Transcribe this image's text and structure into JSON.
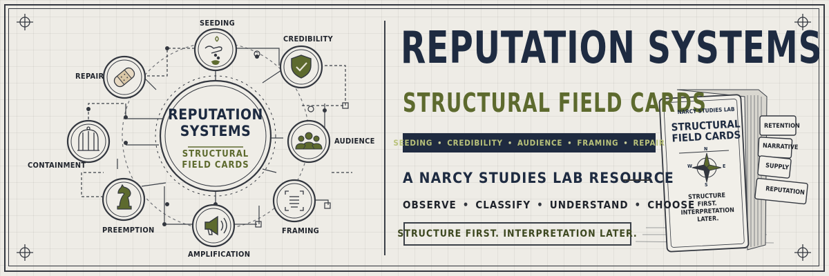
{
  "diagram": {
    "hub": {
      "title_line1": "REPUTATION",
      "title_line2": "SYSTEMS",
      "subtitle_line1": "STRUCTURAL",
      "subtitle_line2": "FIELD CARDS"
    },
    "nodes": [
      {
        "key": "seeding",
        "label": "SEEDING",
        "icon": "seed-hand-icon"
      },
      {
        "key": "credibility",
        "label": "CREDIBILITY",
        "icon": "shield-check-icon"
      },
      {
        "key": "audience",
        "label": "AUDIENCE",
        "icon": "people-group-icon"
      },
      {
        "key": "framing",
        "label": "FRAMING",
        "icon": "frame-document-icon"
      },
      {
        "key": "amplification",
        "label": "AMPLIFICATION",
        "icon": "megaphone-icon"
      },
      {
        "key": "preemption",
        "label": "PREEMPTION",
        "icon": "chess-knight-icon"
      },
      {
        "key": "containment",
        "label": "CONTAINMENT",
        "icon": "birdcage-icon"
      },
      {
        "key": "repair",
        "label": "REPAIR",
        "icon": "bandage-icon"
      }
    ]
  },
  "headline": {
    "title": "REPUTATION SYSTEMS",
    "subtitle": "STRUCTURAL FIELD CARDS"
  },
  "tags": [
    "SEEDING",
    "CREDIBILITY",
    "AUDIENCE",
    "FRAMING",
    "REPAIR"
  ],
  "resource_line": "A NARCY STUDIES LAB RESOURCE",
  "verbs": [
    "OBSERVE",
    "CLASSIFY",
    "UNDERSTAND",
    "CHOOSE"
  ],
  "motto": "STRUCTURE FIRST. INTERPRETATION LATER.",
  "card_deck": {
    "publisher": "NARCY STUDIES LAB",
    "title_line1": "STRUCTURAL",
    "title_line2": "FIELD CARDS",
    "compass": {
      "n": "N",
      "w": "W",
      "e": "E",
      "s": "S"
    },
    "footer_line1": "STRUCTURE",
    "footer_line2": "FIRST.",
    "footer_line3": "INTERPRETATION",
    "footer_line4": "LATER.",
    "tabs": [
      "RETENTION",
      "NARRATIVE",
      "SUPPLY",
      "REPUTATION"
    ]
  },
  "colors": {
    "navy": "#1e2b41",
    "olive": "#5d6a2e",
    "paper": "#eeece6",
    "ink": "#33373f"
  }
}
